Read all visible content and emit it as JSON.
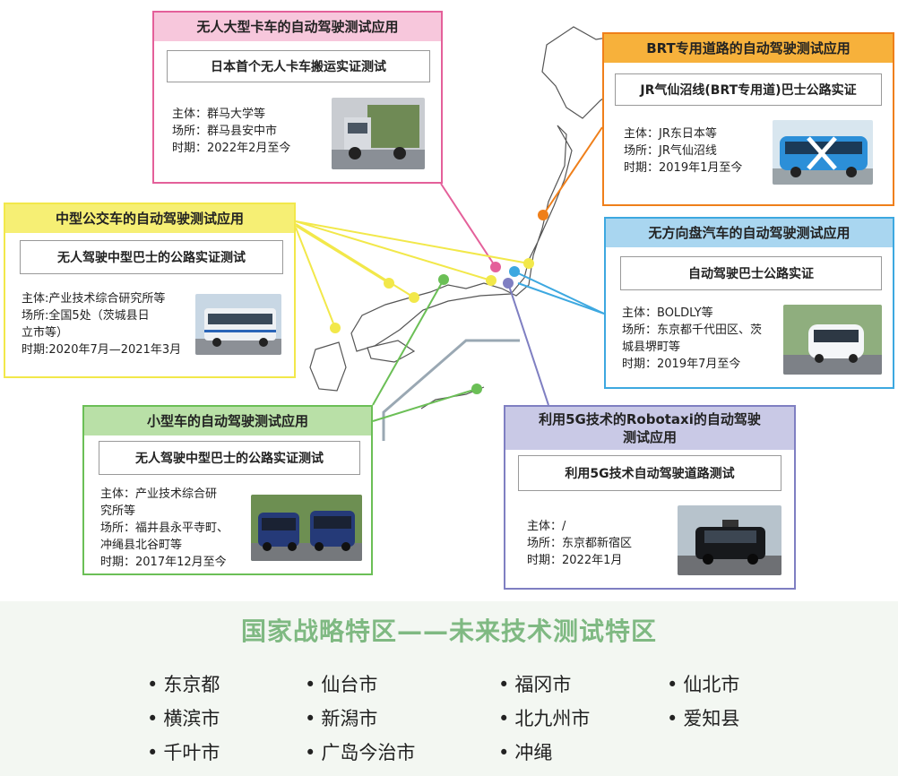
{
  "panels": {
    "truck": {
      "title": "无人大型卡车的自动驾驶测试应用",
      "project": "日本首个无人卡车搬运实证测试",
      "subject": "主体：群马大学等",
      "place": "场所：群马县安中市",
      "period": "时期：2022年2月至今"
    },
    "brt": {
      "title": "BRT专用道路的自动驾驶测试应用",
      "project": "JR气仙沼线(BRT专用道)巴士公路实证",
      "subject": "主体：JR东日本等",
      "place": "场所：JR气仙沼线",
      "period": "时期：2019年1月至今"
    },
    "midbus": {
      "title": "中型公交车的自动驾驶测试应用",
      "project": "无人驾驶中型巴士的公路实证测试",
      "subject": "主体:产业技术综合研究所等",
      "place_line1": "场所:全国5处（茨城县日",
      "place_line2": "立市等）",
      "period": "时期:2020年7月—2021年3月"
    },
    "nowheel": {
      "title": "无方向盘汽车的自动驾驶测试应用",
      "project": "自动驾驶巴士公路实证",
      "subject": "主体：BOLDLY等",
      "place_line1": "场所：东京都千代田区、茨",
      "place_line2": "城县堺町等",
      "period": "时期：2019年7月至今"
    },
    "small": {
      "title": "小型车的自动驾驶测试应用",
      "project": "无人驾驶中型巴士的公路实证测试",
      "subject_line1": "主体：产业技术综合研",
      "subject_line2": "究所等",
      "place_line1": "场所：福井县永平寺町、",
      "place_line2": "冲绳县北谷町等",
      "period": "时期：2017年12月至今"
    },
    "robotaxi": {
      "title_line1": "利用5G技术的Robotaxi的自动驾驶",
      "title_line2": "测试应用",
      "project": "利用5G技术自动驾驶道路测试",
      "subject": "主体：/",
      "place": "场所：东京都新宿区",
      "period": "时期：2022年1月"
    }
  },
  "strategic_zones": {
    "title": "国家战略特区——未来技术测试特区",
    "items": [
      "东京都",
      "仙台市",
      "福冈市",
      "仙北市",
      "横滨市",
      "新潟市",
      "北九州市",
      "爱知县",
      "千叶市",
      "广岛今治市",
      "冲绳"
    ]
  },
  "bullet": "•",
  "colors": {
    "pink": "#e4609a",
    "orange": "#ef7f1a",
    "yellow": "#f2e84a",
    "blue": "#3da8e0",
    "green": "#6bbf56",
    "purple": "#7f7fc2",
    "zone_title": "#7fb982"
  }
}
